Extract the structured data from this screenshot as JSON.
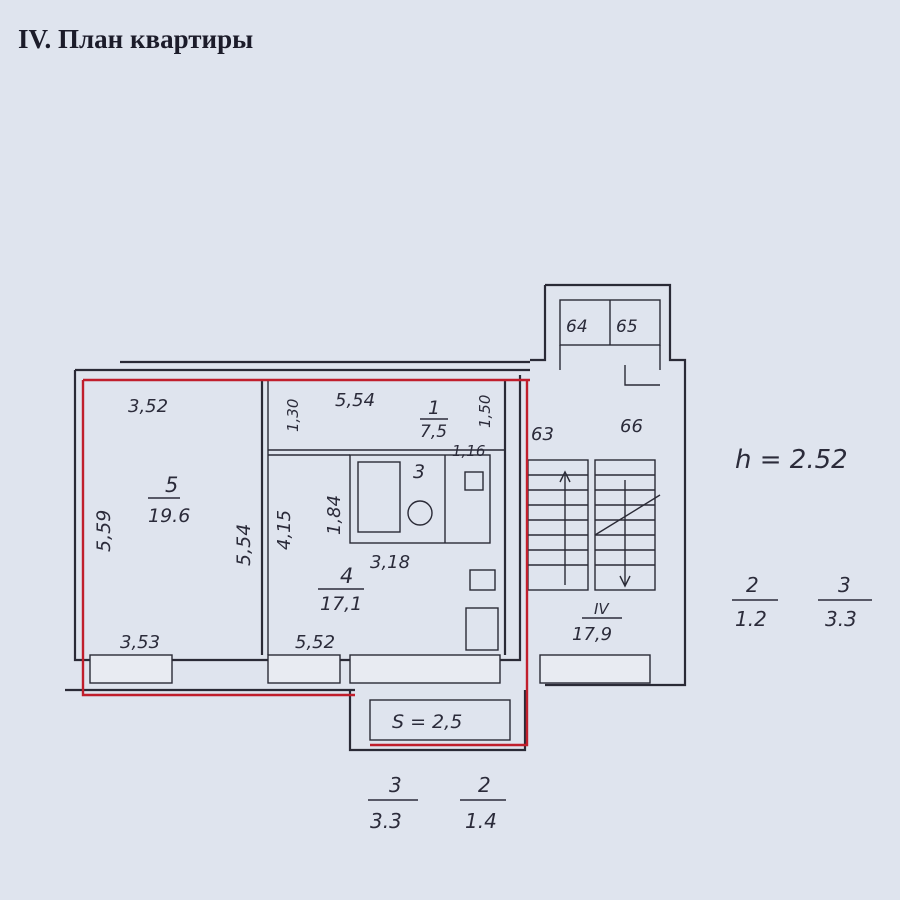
{
  "document": {
    "title": "IV. План квартиры"
  },
  "plan": {
    "height_note": "h = 2.52",
    "rooms": [
      {
        "number": "5",
        "area": "19.6"
      },
      {
        "number": "4",
        "area": "17,1"
      },
      {
        "number": "3",
        "area": ""
      },
      {
        "number": "1",
        "area": "7,5"
      },
      {
        "number": "IV",
        "area": "17,9"
      }
    ],
    "dimensions": {
      "d_3_52": "3,52",
      "d_5_54_top": "5,54",
      "d_1_30": "1,30",
      "d_1_50": "1,50",
      "d_1_16": "1,16",
      "d_5_59": "5,59",
      "d_5_54_side": "5,54",
      "d_4_15": "4,15",
      "d_1_84": "1,84",
      "d_3_18": "3,18",
      "d_3_53": "3,53",
      "d_5_52": "5,52",
      "d_3_room": "3"
    },
    "stair_numbers": [
      "64",
      "65",
      "63",
      "66"
    ],
    "balcony": "S = 2,5",
    "fractions": [
      {
        "num": "2",
        "den": "1.2"
      },
      {
        "num": "3",
        "den": "3.3"
      },
      {
        "num": "3",
        "den": "3.3"
      },
      {
        "num": "2",
        "den": "1.4"
      }
    ]
  }
}
